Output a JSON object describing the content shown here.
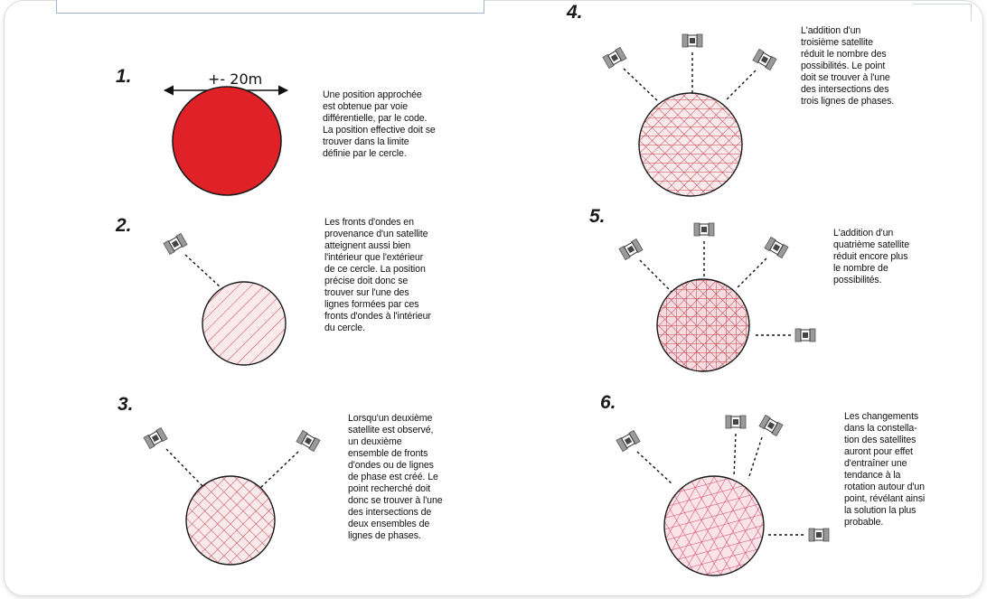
{
  "steps": [
    {
      "number": "1.",
      "text": "Une position approchée\nest obtenue par voie\ndifférentielle, par le code.\nLa position effective doit se\ntrouver dans la limite\ndéfinie par le cercle."
    },
    {
      "number": "2.",
      "text": "Les fronts d'ondes en\nprovenance d'un satellite\natteignent aussi bien\nl'intérieur que l'extérieur\nde ce cercle. La position\nprécise doit donc se\ntrouver sur l'une des\nlignes formées par ces\nfronts d'ondes à l'intérieur\ndu cercle."
    },
    {
      "number": "3.",
      "text": "Lorsqu'un deuxième\nsatellite est observé,\nun deuxième\nensemble de fronts\nd'ondes ou de lignes\nde phase est créé. Le\npoint recherché doit\ndonc se trouver à l'une\ndes intersections de\ndeux ensembles de\nlignes de phases."
    },
    {
      "number": "4.",
      "text": "L'addition d'un\ntroisième satellite\nréduit le nombre des\npossibilités. Le point\ndoit se trouver à l'une\ndes intersections des\ntrois lignes de phases."
    },
    {
      "number": "5.",
      "text": "L'addition d'un\nquatrième satellite\nréduit encore plus\nle nombre de\npossibilités."
    },
    {
      "number": "6.",
      "text": "Les changements\ndans la constella-\ntion des satellites\nauront pour effet\nd'entraîner une\ntendance à la\nrotation autour d'un\npoint, révélant ainsi\nla solution la plus\nprobable."
    }
  ],
  "dimension_label": "+- 20m",
  "colors": {
    "red_fill": "#e02228",
    "hatch_line": "#c0404a",
    "hatch_bg": "#fbeaec",
    "dense_hatch_bg": "#f8d4dc",
    "satellite_gray": "#9a9a9a",
    "outline": "#1a1a1a"
  }
}
